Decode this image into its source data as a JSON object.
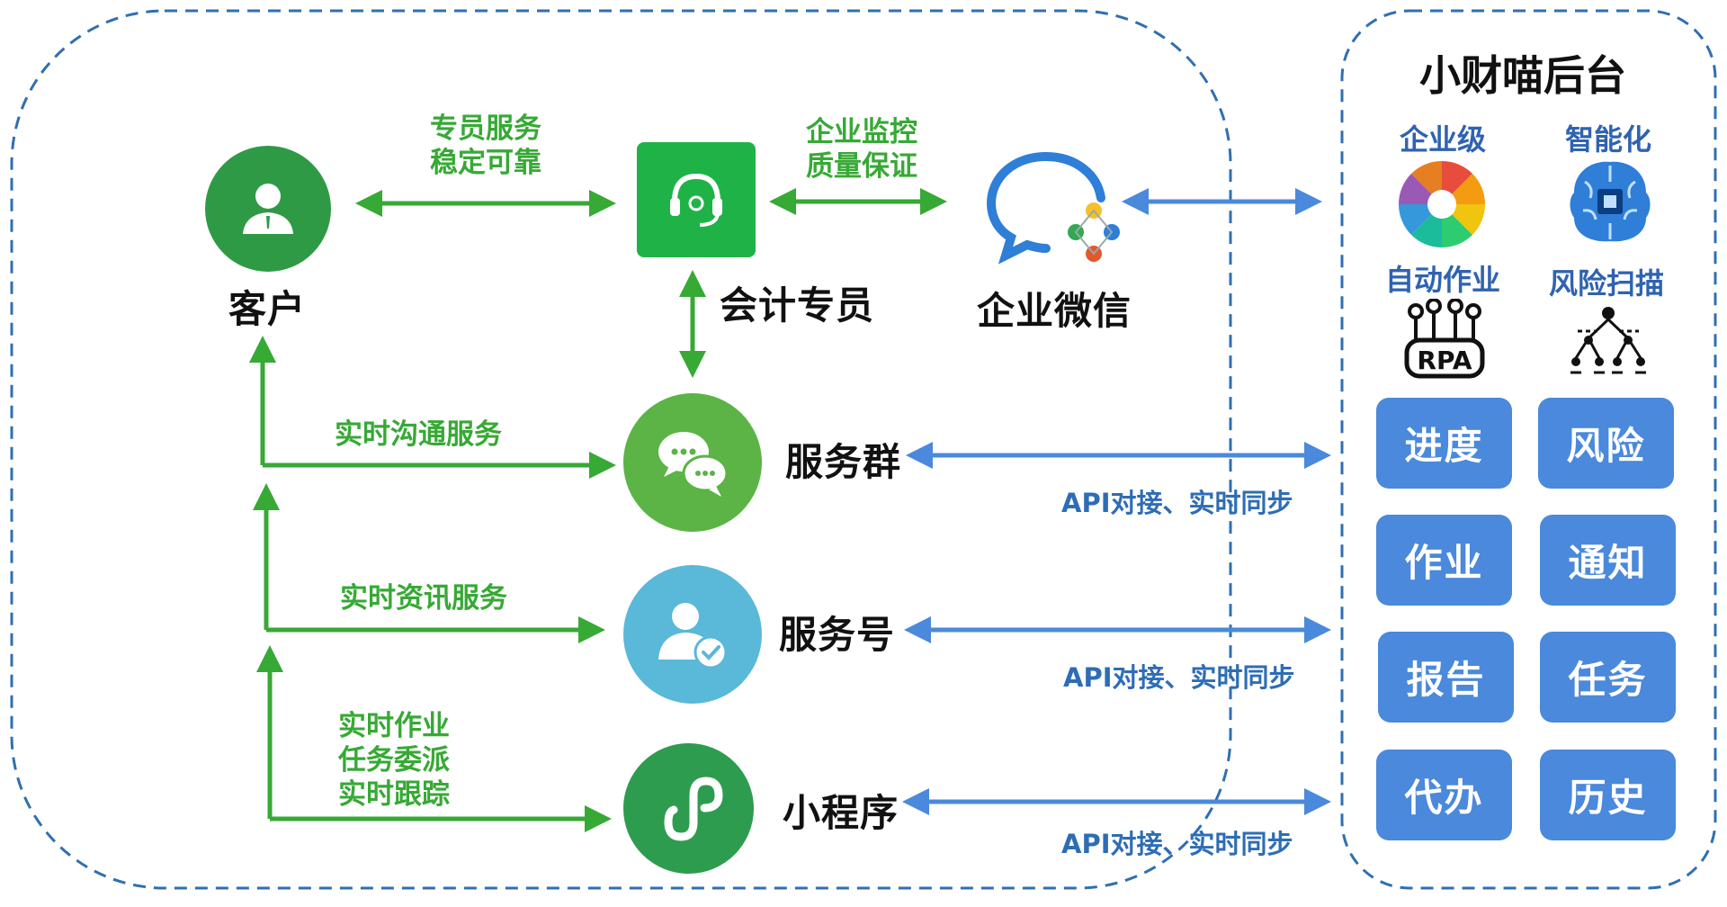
{
  "nodes": {
    "customer": "客户",
    "accountant": "会计专员",
    "wecom": "企业微信",
    "service_group": "服务群",
    "service_account": "服务号",
    "mini_program": "小程序"
  },
  "edge_labels": {
    "customer_accountant": [
      "专员服务",
      "稳定可靠"
    ],
    "accountant_wecom": [
      "企业监控",
      "质量保证"
    ],
    "realtime_comm": "实时沟通服务",
    "realtime_info": "实时资讯服务",
    "mini_program_services": [
      "实时作业",
      "任务委派",
      "实时跟踪"
    ],
    "api_sync": "API对接、实时同步"
  },
  "backend": {
    "title": "小财喵后台",
    "features": [
      {
        "label": "企业级",
        "icon": "enterprise-wheel-icon"
      },
      {
        "label": "智能化",
        "icon": "brain-chip-icon"
      },
      {
        "label": "自动作业",
        "icon": "rpa-icon"
      },
      {
        "label": "风险扫描",
        "icon": "risk-tree-icon"
      }
    ],
    "tiles": [
      "进度",
      "风险",
      "作业",
      "通知",
      "报告",
      "任务",
      "代办",
      "历史"
    ]
  },
  "colors": {
    "green": "#37a935",
    "blue": "#4a89dc",
    "dash": "#2f6fb1"
  }
}
